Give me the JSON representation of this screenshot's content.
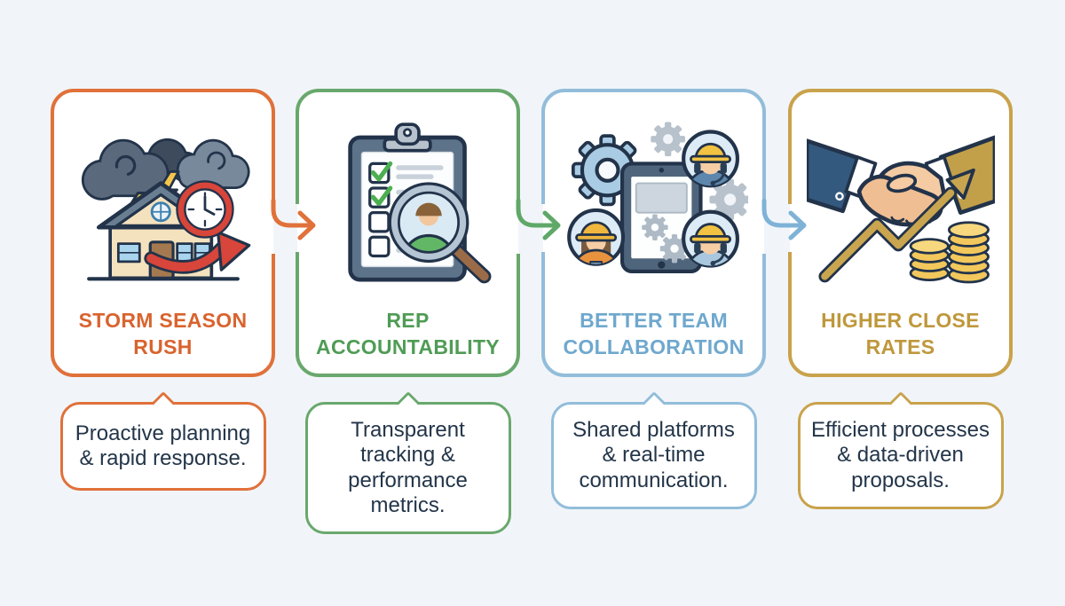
{
  "diagram": {
    "type": "process-flow-infographic",
    "background_color": "#F1F5F9",
    "card_background": "#FFFFFF",
    "body_text_color": "#233549",
    "steps": [
      {
        "title": "STORM SEASON\nRUSH",
        "description": "Proactive planning\n& rapid response.",
        "accent_color": "#E0713A",
        "title_color": "#D9632E",
        "icon": "storm-house-clock-icon"
      },
      {
        "title": "REP\nACCOUNTABILITY",
        "description": "Transparent\ntracking &\nperformance\nmetrics.",
        "accent_color": "#69A86D",
        "title_color": "#4F9C55",
        "icon": "clipboard-checklist-magnifier-icon"
      },
      {
        "title": "BETTER TEAM\nCOLLABORATION",
        "description": "Shared platforms\n& real-time\ncommunication.",
        "accent_color": "#92BDDA",
        "title_color": "#6FA8CE",
        "icon": "tablet-team-gears-icon"
      },
      {
        "title": "HIGHER CLOSE\nRATES",
        "description": "Efficient processes\n& data-driven\nproposals.",
        "accent_color": "#C9A24B",
        "title_color": "#BF983C",
        "icon": "handshake-growth-coins-icon"
      }
    ],
    "connectors": [
      {
        "from": 1,
        "to": 2,
        "color": "#E0713A"
      },
      {
        "from": 2,
        "to": 3,
        "color": "#5FA868"
      },
      {
        "from": 3,
        "to": 4,
        "color": "#7FB2D7"
      }
    ]
  }
}
